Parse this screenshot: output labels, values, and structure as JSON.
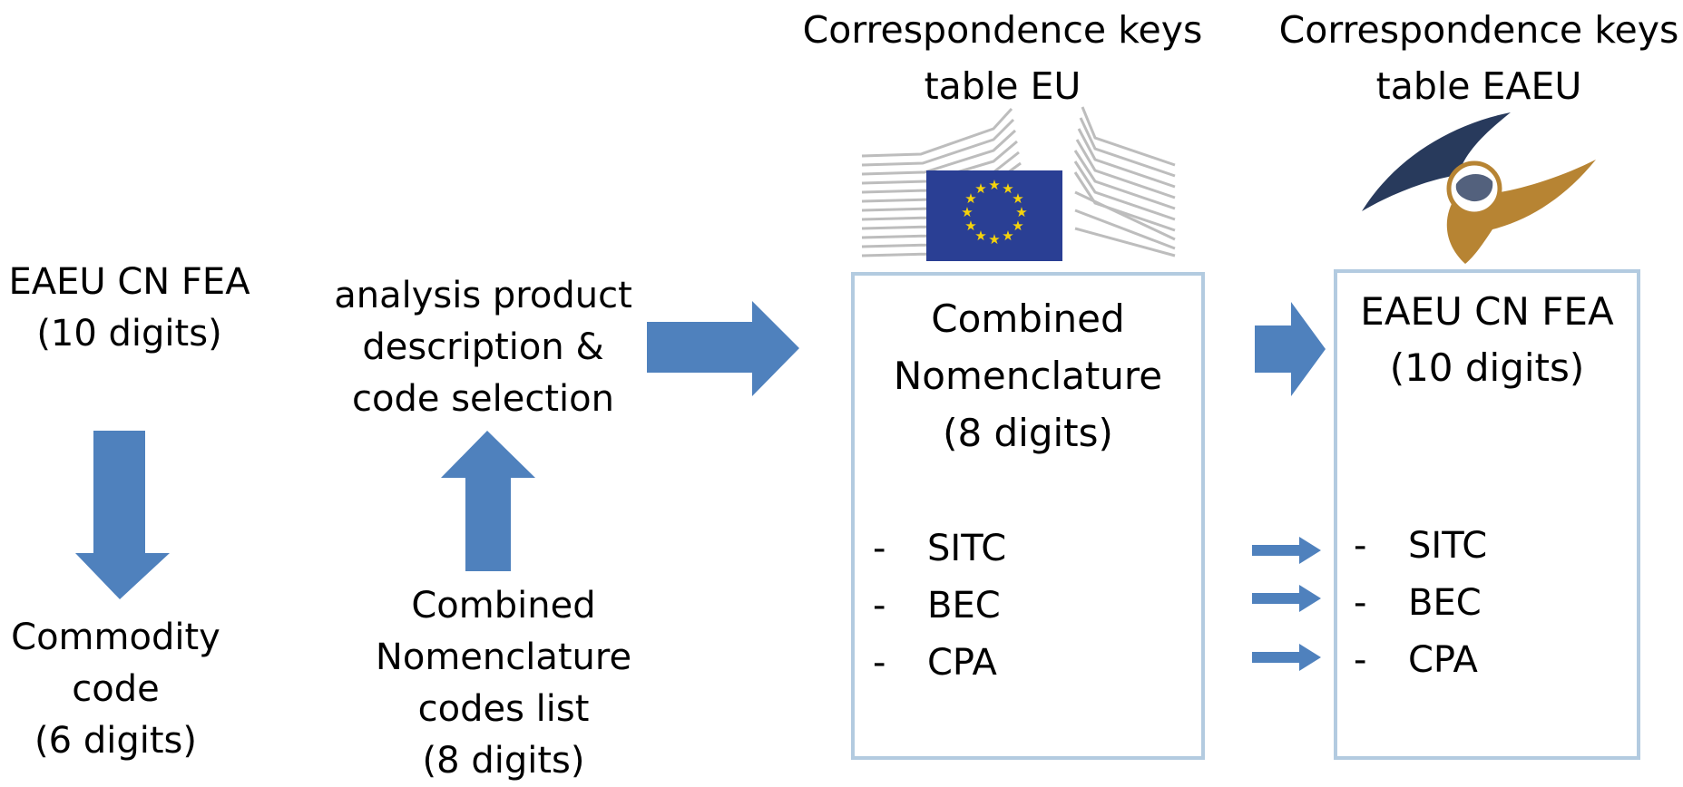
{
  "left": {
    "source": [
      "EAEU CN FEA",
      "(10 digits)"
    ],
    "commodity": [
      "Commodity",
      "code",
      "(6 digits)"
    ],
    "cn_list": [
      "Combined",
      "Nomenclature",
      "codes list",
      "(8 digits)"
    ],
    "analysis": [
      "analysis product",
      "description &",
      "code selection"
    ]
  },
  "eu": {
    "header": [
      "Correspondence keys",
      "table EU"
    ],
    "title": [
      "Combined",
      "Nomenclature",
      "(8 digits)"
    ],
    "items": [
      "SITC",
      "BEC",
      "CPA"
    ]
  },
  "eaeu": {
    "header": [
      "Correspondence keys",
      "table EAEU"
    ],
    "title": [
      "EAEU CN FEA",
      "(10 digits)"
    ],
    "items": [
      "SITC",
      "BEC",
      "CPA"
    ]
  },
  "colors": {
    "arrow": "#4f81bd",
    "box_border": "#b3cbe0",
    "eu_flag": "#2a3f94",
    "eu_star": "#f5d30c",
    "eaeu_navy": "#283a5c",
    "eaeu_gold": "#b78433"
  },
  "icons": [
    "eu-commission-building-icon",
    "eu-flag-icon",
    "eaeu-logo-icon"
  ]
}
